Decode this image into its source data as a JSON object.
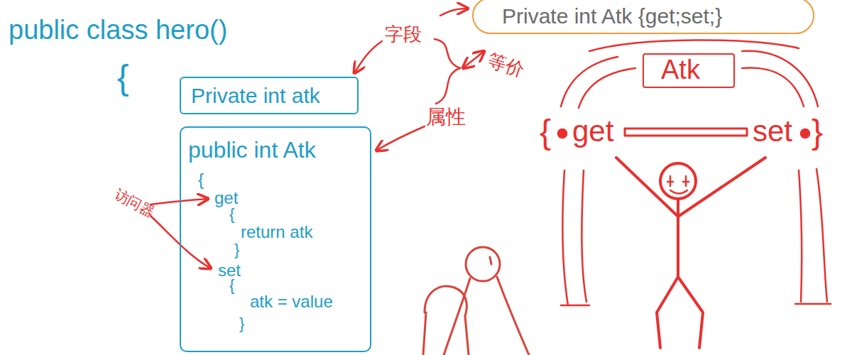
{
  "diagram": {
    "nodes": [
      {
        "text": [
          "Private int atk"
        ]
      },
      {
        "text": [
          "public int Atk",
          "{",
          "get",
          "{",
          "return atk",
          "}",
          "set",
          "{",
          "atk = value",
          "}"
        ]
      },
      {
        "text": [
          "Private int Atk {get;set;}"
        ]
      },
      {
        "text": [
          "Atk"
        ]
      }
    ],
    "labels": [
      "public class hero()",
      "{",
      "字段",
      "等价",
      "属性",
      "访问器",
      "{",
      "get",
      "set",
      "}"
    ]
  }
}
